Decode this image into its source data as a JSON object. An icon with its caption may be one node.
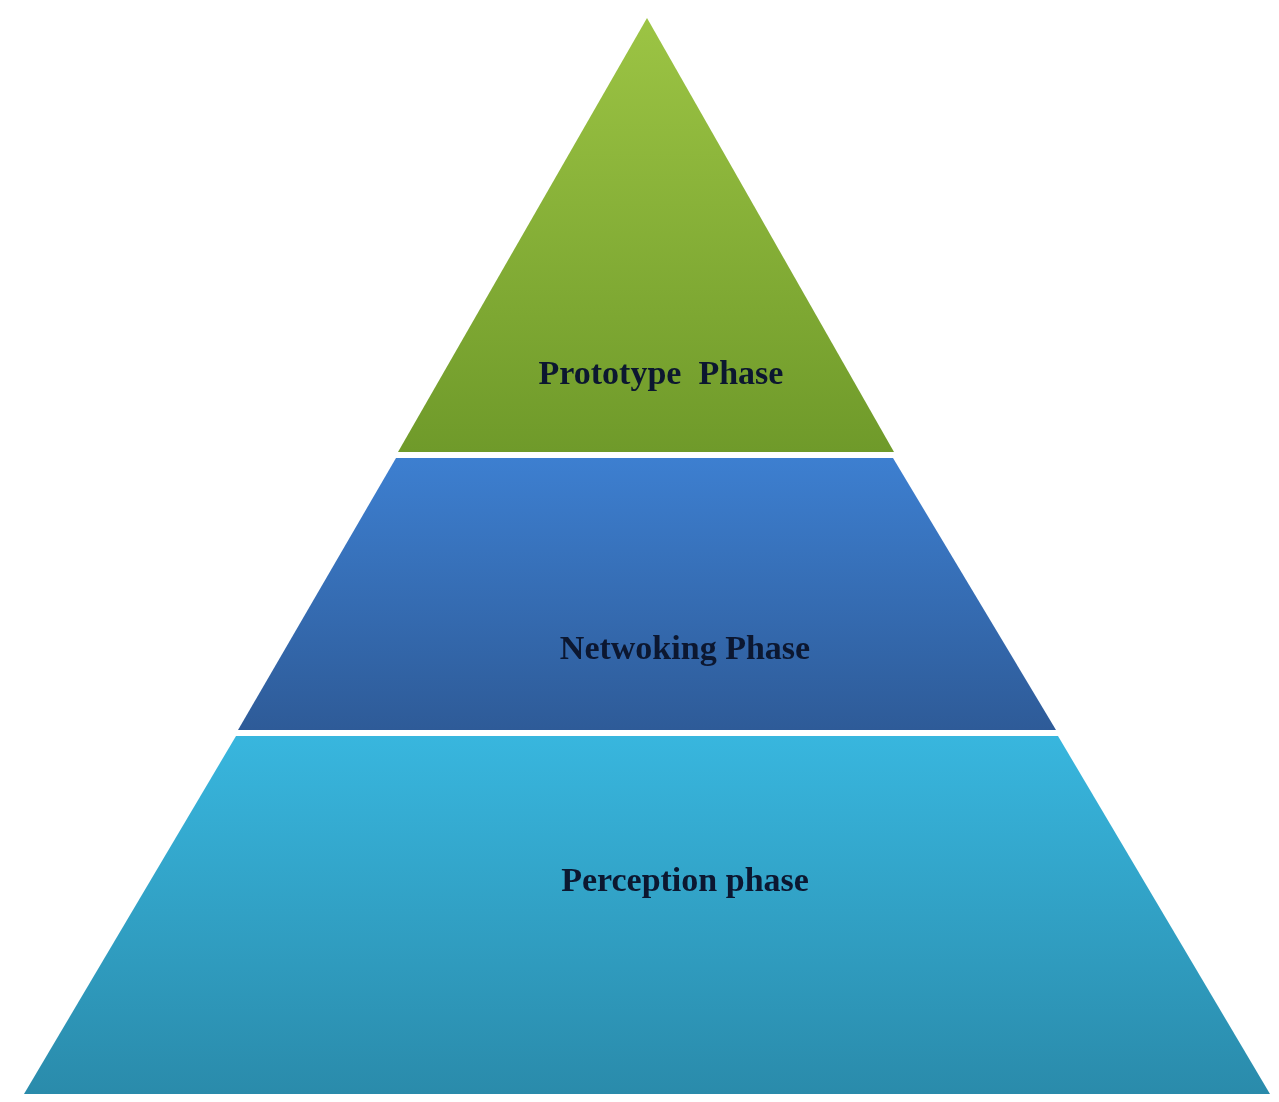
{
  "diagram": {
    "nodes": [
      {
        "text": [
          "Prototype  Phase"
        ]
      },
      {
        "text": [
          "Netwoking Phase"
        ]
      },
      {
        "text": [
          "Perception phase"
        ]
      }
    ]
  }
}
